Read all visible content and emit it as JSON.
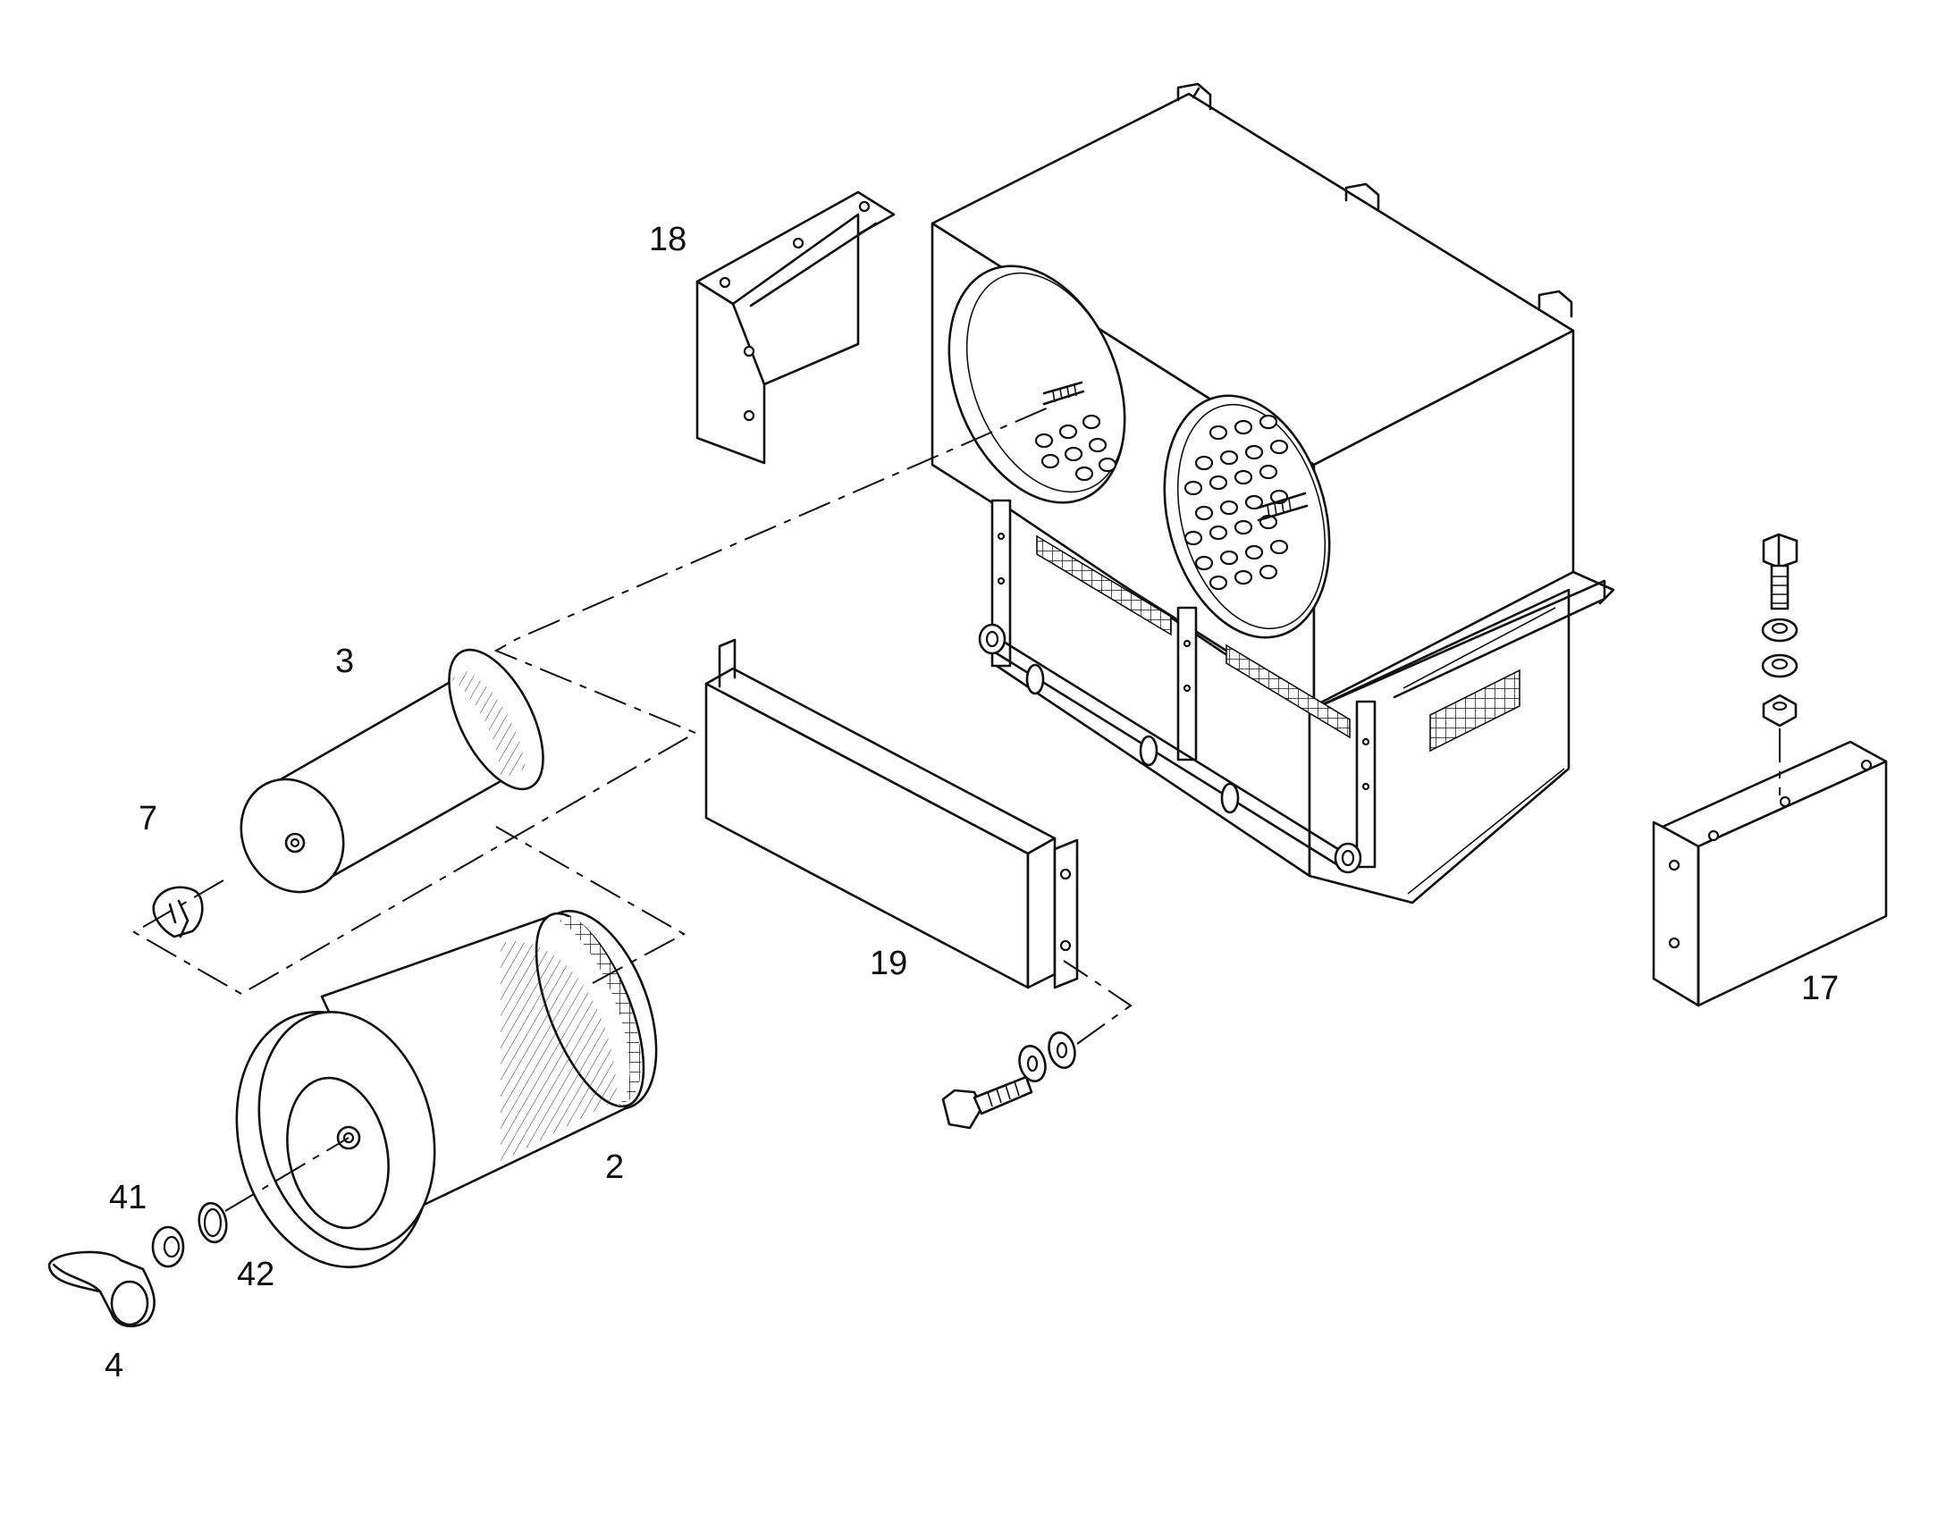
{
  "callouts": {
    "c2": "2",
    "c3": "3",
    "c4": "4",
    "c7": "7",
    "c17": "17",
    "c18": "18",
    "c19": "19",
    "c41": "41",
    "c42": "42"
  }
}
